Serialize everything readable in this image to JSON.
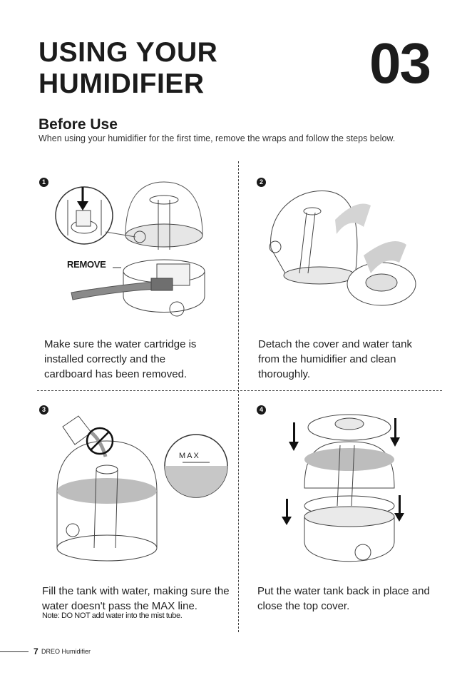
{
  "header": {
    "title_line1": "USING YOUR",
    "title_line2": "HUMIDIFIER",
    "chapter_number": "03"
  },
  "section": {
    "heading": "Before Use",
    "intro": "When using your humidifier for the first time, remove the wraps and follow the steps below."
  },
  "steps": [
    {
      "badge": "1",
      "text": "Make sure the water cartridge is installed correctly and the cardboard has been removed.",
      "callout": "REMOVE"
    },
    {
      "badge": "2",
      "text": "Detach the cover and water tank from the humidifier and clean thoroughly."
    },
    {
      "badge": "3",
      "text": "Fill the tank with water, making sure the water doesn't pass the MAX line.",
      "note": "Note: DO NOT add water into the mist tube.",
      "max_label": "MAX"
    },
    {
      "badge": "4",
      "text": "Put the water tank back in place and close the top cover."
    }
  ],
  "footer": {
    "page_number": "7",
    "brand": "DREO Humidifier"
  }
}
